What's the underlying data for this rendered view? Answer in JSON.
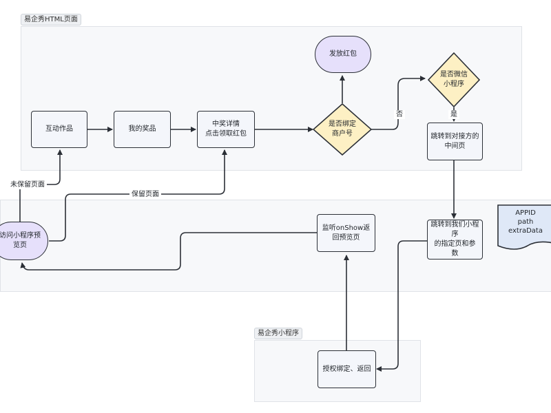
{
  "zones": {
    "html_page": "易企秀HTML页面",
    "mini_program": "易企秀小程序"
  },
  "nodes": {
    "interactive_work": "互动作品",
    "my_prize": "我的奖品",
    "prize_detail": "中奖详情\n点击领取红包",
    "bound_merchant": "是否绑定\n商户号",
    "issue_red_packet": "发放红包",
    "is_wechat_mp": "是否微信\n小程序",
    "jump_partner_page": "跳转到对接方的\n中间页",
    "visit_mp_preview": "访问小程序预\n览页",
    "listen_onshow": "监听onShow返\n回预览页",
    "jump_our_mp": "跳转到我们小程序\n的指定页和参\n数",
    "authorize_bind": "授权绑定、返回"
  },
  "document_node": {
    "lines": [
      "APPID",
      "path",
      "extraData"
    ]
  },
  "edge_labels": {
    "no": "否",
    "yes": "是",
    "page_not_kept": "未保留页面",
    "page_kept": "保留页面"
  }
}
